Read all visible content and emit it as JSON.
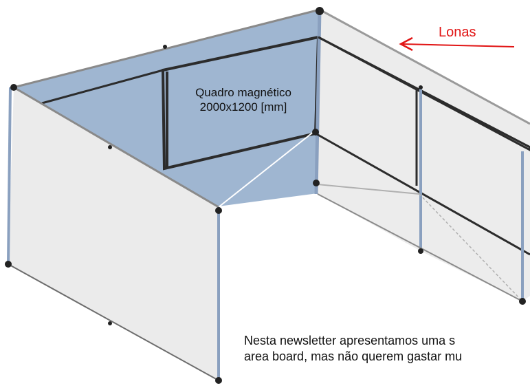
{
  "board_label": {
    "line1": "Quadro magnético",
    "line2": "2000x1200 [mm]"
  },
  "panels_label": "Lonas",
  "caption": {
    "line1": "Nesta newsletter apresentamos uma s",
    "line2": "area board, mas não querem gastar mu"
  },
  "colors": {
    "board_fill": "#9fb6d1",
    "panel_fill": "#ededed",
    "frame": "#2c2c2c",
    "arrow": "#e11414"
  }
}
